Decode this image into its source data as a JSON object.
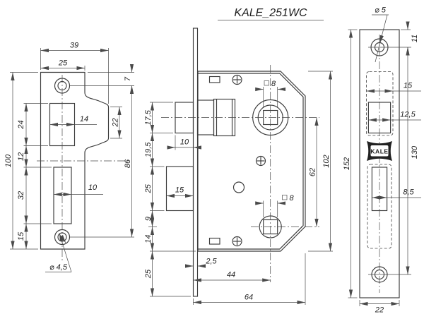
{
  "title": "KALE_251WC",
  "colors": {
    "line": "#3b3b3b",
    "dim": "#4a4a4a",
    "text": "#1e1e1e",
    "background": "#ffffff"
  },
  "strike_plate_view": {
    "dims": {
      "overall_width": "39",
      "plate_width": "25",
      "top_hole_offset": "7",
      "latch_cutout_height": "24",
      "latch_cutout_width": "14",
      "lip_height": "22",
      "cutout_gap": "12",
      "overall_height": "100",
      "bolt_cutout_height": "32",
      "bolt_cutout_width": "10",
      "bottom_margin": "15",
      "hole_spacing": "86",
      "hole_diameter": "⌀ 4,5"
    }
  },
  "lock_body_view": {
    "dims": {
      "latch_height": "17,5",
      "latch_to_bolt": "19,5",
      "bolt_height": "25",
      "bolt_to_hub": "9",
      "hub_to_bottom": "14",
      "faceplate_bottom": "25",
      "latch_projection": "10",
      "bolt_projection": "15",
      "spindle_square_top": "8",
      "spindle_square_bottom": "8",
      "hub_spacing": "62",
      "body_height": "102",
      "faceplate_height": "152",
      "faceplate_thickness": "2,5",
      "backset": "44",
      "body_depth": "64"
    }
  },
  "faceplate_view": {
    "logo": "KALE",
    "dims": {
      "hole_diameter": "⌀ 5",
      "top_hole_offset": "11",
      "latch_slot_outer_width": "15",
      "latch_slot_width": "12,5",
      "hole_spacing": "130",
      "bolt_slot_width": "8,5",
      "plate_width": "22"
    }
  }
}
